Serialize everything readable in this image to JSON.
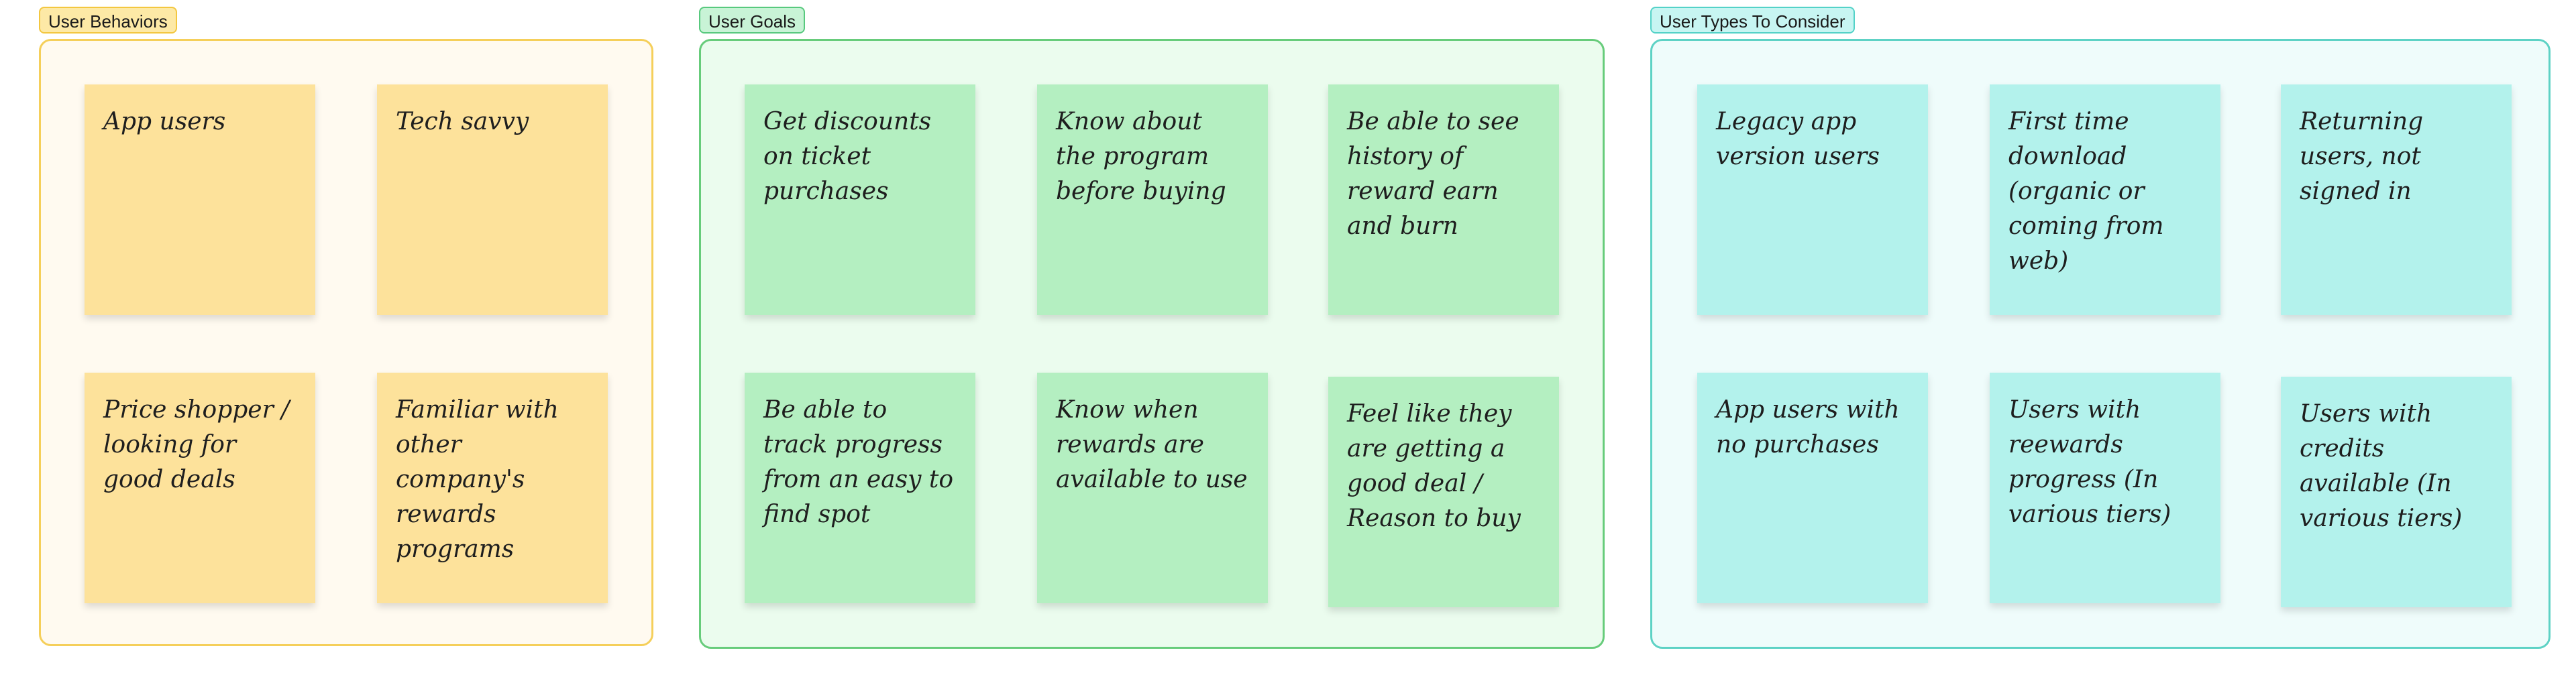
{
  "colors": {
    "behaviors_sticky": "#fde29b",
    "goals_sticky": "#b4efc1",
    "types_sticky": "#b3f2ec"
  },
  "sections": [
    {
      "title": "User Behaviors",
      "notes": [
        "App users",
        "Tech savvy",
        "Price shopper / looking for good deals",
        "Familiar with other company's rewards programs"
      ]
    },
    {
      "title": "User Goals",
      "notes": [
        "Get discounts on ticket purchases",
        "Know about the program before buying",
        "Be able to see history of reward earn and burn",
        "Be able to track progress from an easy to find spot",
        "Know when rewards are available to use",
        "Feel like they are getting a good deal / Reason to buy"
      ]
    },
    {
      "title": "User Types To Consider",
      "notes": [
        "Legacy app version users",
        "First time download (organic or coming from web)",
        "Returning users, not signed in",
        "App users with no purchases",
        "Users with reewards progress (In various tiers)",
        "Users with credits available (In various tiers)"
      ]
    }
  ]
}
